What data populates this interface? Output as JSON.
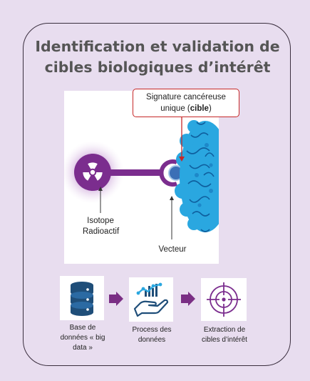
{
  "title": {
    "line1": "Identification et validation de",
    "line2": "cibles biologiques d’intérêt"
  },
  "callout": {
    "text": "Signature cancéreuse unique (",
    "bold": "cible",
    "suffix": ")"
  },
  "labels": {
    "isotope_line1": "Isotope",
    "isotope_line2": "Radioactif",
    "vecteur": "Vecteur"
  },
  "steps": [
    {
      "icon": "database-icon",
      "label_line1": "Base de",
      "label_line2": "données « big",
      "label_line3": "data »"
    },
    {
      "icon": "data-process-icon",
      "label_line1": "Process des",
      "label_line2": "données"
    },
    {
      "icon": "target-icon",
      "label_line1": "Extraction de",
      "label_line2": "cibles d’intérêt"
    }
  ],
  "colors": {
    "purple": "#7b2d8e",
    "arrow_purple": "#7a2e84",
    "cell_blue": "#2aa7e0",
    "callout_red": "#c62828",
    "database_blue": "#1f4e79"
  }
}
